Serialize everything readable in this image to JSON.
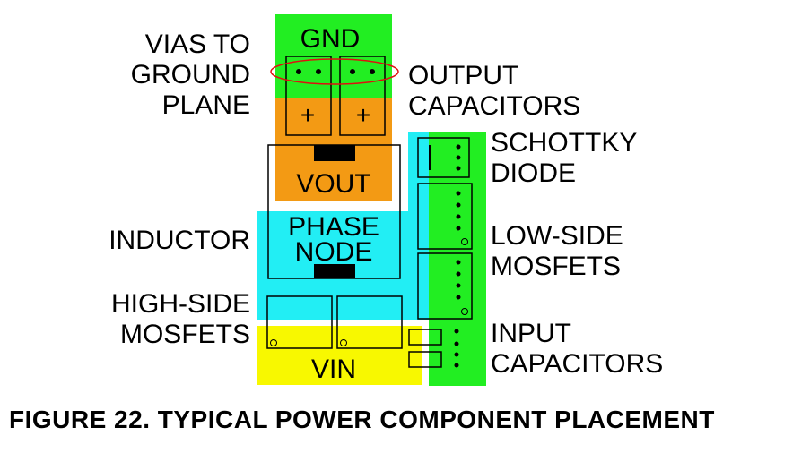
{
  "regions": {
    "gnd": "GND",
    "vout": "VOUT",
    "phase_node_line1": "PHASE",
    "phase_node_line2": "NODE",
    "vin": "VIN"
  },
  "labels": {
    "vias_to_ground_plane": [
      "VIAS TO",
      "GROUND",
      "PLANE"
    ],
    "output_capacitors": [
      "OUTPUT",
      "CAPACITORS"
    ],
    "schottky_diode": [
      "SCHOTTKY",
      "DIODE"
    ],
    "inductor": [
      "INDUCTOR"
    ],
    "low_side_mosfets": [
      "LOW-SIDE",
      "MOSFETS"
    ],
    "high_side_mosfets": [
      "HIGH-SIDE",
      "MOSFETS"
    ],
    "input_capacitors": [
      "INPUT",
      "CAPACITORS"
    ]
  },
  "polarity_marks": [
    "+",
    "+"
  ],
  "caption": "FIGURE 22.  TYPICAL POWER COMPONENT PLACEMENT",
  "colors": {
    "green": "#22ee22",
    "orange": "#f39a14",
    "cyan": "#22eef4",
    "yellow": "#f8f800",
    "red_outline": "#e01010",
    "black": "#000000"
  }
}
